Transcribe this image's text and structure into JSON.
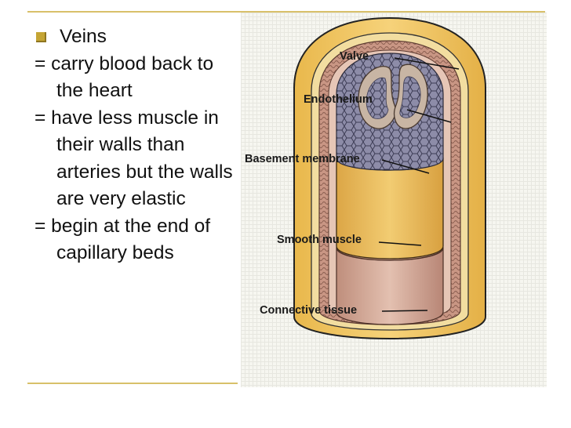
{
  "slide": {
    "heading": "Veins",
    "points": [
      "= carry blood back to the heart",
      "= have less muscle in their walls than arteries but the walls are very elastic",
      "= begin at the end of capillary beds"
    ]
  },
  "diagram": {
    "labels": {
      "valve": "Valve",
      "endothelium": "Endothelium",
      "basement_membrane": "Basement membrane",
      "smooth_muscle": "Smooth muscle",
      "connective_tissue": "Connective tissue"
    }
  },
  "colors": {
    "bullet": "#c5a534",
    "rule": "#d8c06a",
    "connective_tissue": "#f0c45a",
    "smooth_muscle": "#c79a86",
    "basement_membrane": "#e8b750",
    "endothelium": "#8d8ca8"
  }
}
